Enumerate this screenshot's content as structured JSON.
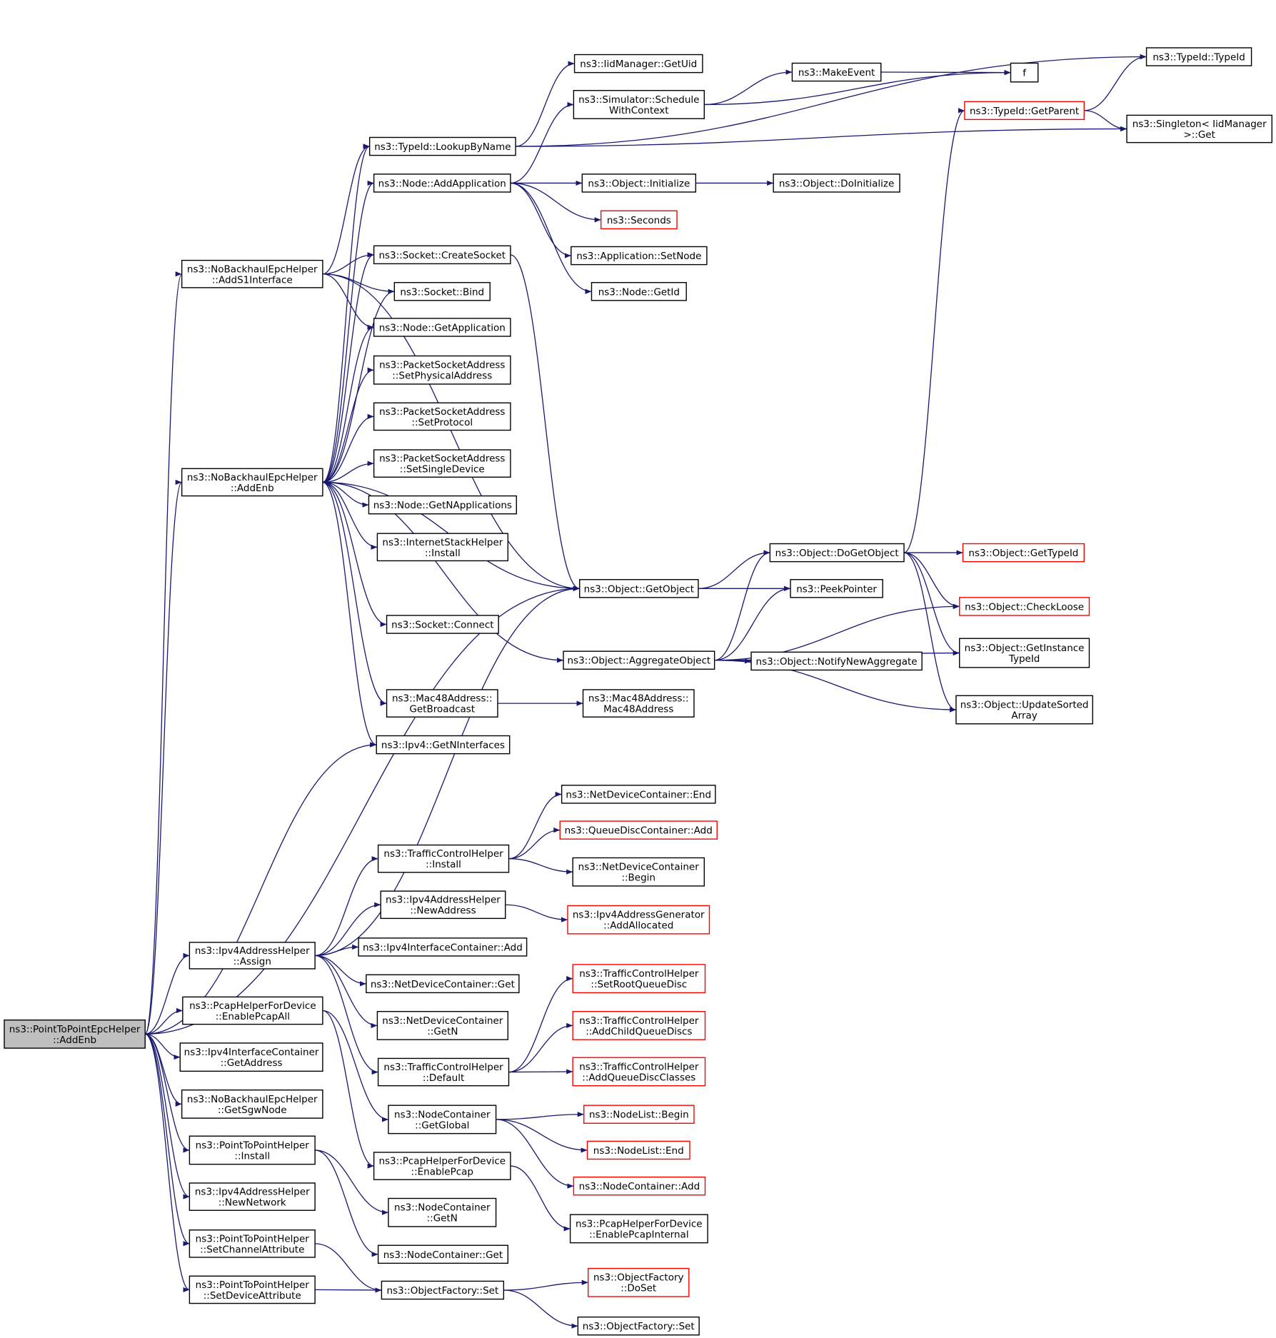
{
  "graph": {
    "edge_color": "#191970",
    "node_fill": "#ffffff",
    "root_fill": "#bfbfbf",
    "border_default": "#000000",
    "border_truncated": "#ff0000",
    "nodes": [
      {
        "id": "root",
        "lines": [
          "ns3::PointToPointEpcHelper",
          "::AddEnb"
        ],
        "root": true
      },
      {
        "id": "nb_adds1",
        "lines": [
          "ns3::NoBackhaulEpcHelper",
          "::AddS1Interface"
        ]
      },
      {
        "id": "nb_addenb",
        "lines": [
          "ns3::NoBackhaulEpcHelper",
          "::AddEnb"
        ]
      },
      {
        "id": "ipv4_get_nif",
        "lines": [
          "ns3::Ipv4::GetNInterfaces"
        ]
      },
      {
        "id": "obj_getobject",
        "lines": [
          "ns3::Object::GetObject"
        ]
      },
      {
        "id": "ipv4ah_assign",
        "lines": [
          "ns3::Ipv4AddressHelper",
          "::Assign"
        ]
      },
      {
        "id": "pcap_enableall",
        "lines": [
          "ns3::PcapHelperForDevice",
          "::EnablePcapAll"
        ]
      },
      {
        "id": "ipv4ic_getaddr",
        "lines": [
          "ns3::Ipv4InterfaceContainer",
          "::GetAddress"
        ]
      },
      {
        "id": "nb_getsgw",
        "lines": [
          "ns3::NoBackhaulEpcHelper",
          "::GetSgwNode"
        ]
      },
      {
        "id": "p2p_install",
        "lines": [
          "ns3::PointToPointHelper",
          "::Install"
        ]
      },
      {
        "id": "ipv4ah_newnet",
        "lines": [
          "ns3::Ipv4AddressHelper",
          "::NewNetwork"
        ]
      },
      {
        "id": "p2p_setchan",
        "lines": [
          "ns3::PointToPointHelper",
          "::SetChannelAttribute"
        ]
      },
      {
        "id": "p2p_setdev",
        "lines": [
          "ns3::PointToPointHelper",
          "::SetDeviceAttribute"
        ]
      },
      {
        "id": "typeid_lookup",
        "lines": [
          "ns3::TypeId::LookupByName"
        ]
      },
      {
        "id": "node_addapp",
        "lines": [
          "ns3::Node::AddApplication"
        ]
      },
      {
        "id": "sock_create",
        "lines": [
          "ns3::Socket::CreateSocket"
        ]
      },
      {
        "id": "sock_bind",
        "lines": [
          "ns3::Socket::Bind"
        ]
      },
      {
        "id": "node_getapp",
        "lines": [
          "ns3::Node::GetApplication"
        ]
      },
      {
        "id": "psa_setphys",
        "lines": [
          "ns3::PacketSocketAddress",
          "::SetPhysicalAddress"
        ]
      },
      {
        "id": "psa_setproto",
        "lines": [
          "ns3::PacketSocketAddress",
          "::SetProtocol"
        ]
      },
      {
        "id": "psa_setsingle",
        "lines": [
          "ns3::PacketSocketAddress",
          "::SetSingleDevice"
        ]
      },
      {
        "id": "node_getnapps",
        "lines": [
          "ns3::Node::GetNApplications"
        ]
      },
      {
        "id": "ish_install",
        "lines": [
          "ns3::InternetStackHelper",
          "::Install"
        ]
      },
      {
        "id": "sock_connect",
        "lines": [
          "ns3::Socket::Connect"
        ]
      },
      {
        "id": "obj_aggregate",
        "lines": [
          "ns3::Object::AggregateObject"
        ]
      },
      {
        "id": "mac48_getbc",
        "lines": [
          "ns3::Mac48Address::",
          "GetBroadcast"
        ]
      },
      {
        "id": "iidm_getuid",
        "lines": [
          "ns3::IidManager::GetUid"
        ]
      },
      {
        "id": "sim_schedctx",
        "lines": [
          "ns3::Simulator::Schedule",
          "WithContext"
        ]
      },
      {
        "id": "obj_initialize",
        "lines": [
          "ns3::Object::Initialize"
        ]
      },
      {
        "id": "seconds",
        "lines": [
          "ns3::Seconds"
        ],
        "red": true
      },
      {
        "id": "app_setnode",
        "lines": [
          "ns3::Application::SetNode"
        ]
      },
      {
        "id": "node_getid",
        "lines": [
          "ns3::Node::GetId"
        ]
      },
      {
        "id": "make_event",
        "lines": [
          "ns3::MakeEvent"
        ]
      },
      {
        "id": "f",
        "lines": [
          "f"
        ]
      },
      {
        "id": "obj_doinit",
        "lines": [
          "ns3::Object::DoInitialize"
        ]
      },
      {
        "id": "typeid_typeid",
        "lines": [
          "ns3::TypeId::TypeId"
        ]
      },
      {
        "id": "typeid_getparent",
        "lines": [
          "ns3::TypeId::GetParent"
        ],
        "red": true
      },
      {
        "id": "singleton_get",
        "lines": [
          "ns3::Singleton< IidManager",
          " >::Get"
        ]
      },
      {
        "id": "obj_dogetobject",
        "lines": [
          "ns3::Object::DoGetObject"
        ]
      },
      {
        "id": "peek_pointer",
        "lines": [
          "ns3::PeekPointer"
        ]
      },
      {
        "id": "obj_notify",
        "lines": [
          "ns3::Object::NotifyNewAggregate"
        ]
      },
      {
        "id": "mac48_ctor",
        "lines": [
          "ns3::Mac48Address::",
          "Mac48Address"
        ]
      },
      {
        "id": "obj_gettypeid",
        "lines": [
          "ns3::Object::GetTypeId"
        ],
        "red": true
      },
      {
        "id": "obj_checkloose",
        "lines": [
          "ns3::Object::CheckLoose"
        ],
        "red": true
      },
      {
        "id": "obj_getinst",
        "lines": [
          "ns3::Object::GetInstance",
          "TypeId"
        ]
      },
      {
        "id": "obj_updsorted",
        "lines": [
          "ns3::Object::UpdateSorted",
          "Array"
        ]
      },
      {
        "id": "tch_install",
        "lines": [
          "ns3::TrafficControlHelper",
          "::Install"
        ]
      },
      {
        "id": "ipv4ah_newaddr",
        "lines": [
          "ns3::Ipv4AddressHelper",
          "::NewAddress"
        ]
      },
      {
        "id": "ipv4ic_add",
        "lines": [
          "ns3::Ipv4InterfaceContainer::Add"
        ]
      },
      {
        "id": "ndc_get",
        "lines": [
          "ns3::NetDeviceContainer::Get"
        ]
      },
      {
        "id": "ndc_getn",
        "lines": [
          "ns3::NetDeviceContainer",
          "::GetN"
        ]
      },
      {
        "id": "tch_default",
        "lines": [
          "ns3::TrafficControlHelper",
          "::Default"
        ]
      },
      {
        "id": "ndc_end",
        "lines": [
          "ns3::NetDeviceContainer::End"
        ]
      },
      {
        "id": "qdc_add",
        "lines": [
          "ns3::QueueDiscContainer::Add"
        ],
        "red": true
      },
      {
        "id": "ndc_begin",
        "lines": [
          "ns3::NetDeviceContainer",
          "::Begin"
        ]
      },
      {
        "id": "ipv4ag_addalloc",
        "lines": [
          "ns3::Ipv4AddressGenerator",
          "::AddAllocated"
        ],
        "red": true
      },
      {
        "id": "tch_setroot",
        "lines": [
          "ns3::TrafficControlHelper",
          "::SetRootQueueDisc"
        ],
        "red": true
      },
      {
        "id": "tch_addchild",
        "lines": [
          "ns3::TrafficControlHelper",
          "::AddChildQueueDiscs"
        ],
        "red": true
      },
      {
        "id": "tch_addclasses",
        "lines": [
          "ns3::TrafficControlHelper",
          "::AddQueueDiscClasses"
        ],
        "red": true
      },
      {
        "id": "nc_getglobal",
        "lines": [
          "ns3::NodeContainer",
          "::GetGlobal"
        ]
      },
      {
        "id": "pcap_enable",
        "lines": [
          "ns3::PcapHelperForDevice",
          "::EnablePcap"
        ]
      },
      {
        "id": "nc_getn",
        "lines": [
          "ns3::NodeContainer",
          "::GetN"
        ]
      },
      {
        "id": "nc_get",
        "lines": [
          "ns3::NodeContainer::Get"
        ]
      },
      {
        "id": "of_set",
        "lines": [
          "ns3::ObjectFactory::Set"
        ]
      },
      {
        "id": "nl_begin",
        "lines": [
          "ns3::NodeList::Begin"
        ],
        "red": true
      },
      {
        "id": "nl_end",
        "lines": [
          "ns3::NodeList::End"
        ],
        "red": true
      },
      {
        "id": "nc_add",
        "lines": [
          "ns3::NodeContainer::Add"
        ],
        "red": true
      },
      {
        "id": "pcap_internal",
        "lines": [
          "ns3::PcapHelperForDevice",
          "::EnablePcapInternal"
        ]
      },
      {
        "id": "of_doset",
        "lines": [
          "ns3::ObjectFactory",
          "::DoSet"
        ],
        "red": true
      },
      {
        "id": "of_set2",
        "lines": [
          "ns3::ObjectFactory::Set"
        ]
      }
    ],
    "edges": [
      [
        "root",
        "nb_adds1"
      ],
      [
        "root",
        "nb_addenb"
      ],
      [
        "root",
        "ipv4_get_nif"
      ],
      [
        "root",
        "obj_getobject"
      ],
      [
        "root",
        "ipv4ah_assign"
      ],
      [
        "root",
        "pcap_enableall"
      ],
      [
        "root",
        "ipv4ic_getaddr"
      ],
      [
        "root",
        "nb_getsgw"
      ],
      [
        "root",
        "p2p_install"
      ],
      [
        "root",
        "ipv4ah_newnet"
      ],
      [
        "root",
        "p2p_setchan"
      ],
      [
        "root",
        "p2p_setdev"
      ],
      [
        "nb_adds1",
        "typeid_lookup"
      ],
      [
        "nb_adds1",
        "sock_create"
      ],
      [
        "nb_adds1",
        "sock_bind"
      ],
      [
        "nb_adds1",
        "node_getapp"
      ],
      [
        "nb_adds1",
        "obj_getobject"
      ],
      [
        "nb_addenb",
        "typeid_lookup"
      ],
      [
        "nb_addenb",
        "node_addapp"
      ],
      [
        "nb_addenb",
        "sock_create"
      ],
      [
        "nb_addenb",
        "sock_bind"
      ],
      [
        "nb_addenb",
        "node_getapp"
      ],
      [
        "nb_addenb",
        "psa_setphys"
      ],
      [
        "nb_addenb",
        "psa_setproto"
      ],
      [
        "nb_addenb",
        "psa_setsingle"
      ],
      [
        "nb_addenb",
        "node_getnapps"
      ],
      [
        "nb_addenb",
        "ish_install"
      ],
      [
        "nb_addenb",
        "obj_getobject"
      ],
      [
        "nb_addenb",
        "sock_connect"
      ],
      [
        "nb_addenb",
        "obj_aggregate"
      ],
      [
        "nb_addenb",
        "mac48_getbc"
      ],
      [
        "nb_addenb",
        "ipv4_get_nif"
      ],
      [
        "typeid_lookup",
        "iidm_getuid"
      ],
      [
        "typeid_lookup",
        "typeid_typeid"
      ],
      [
        "typeid_lookup",
        "singleton_get"
      ],
      [
        "node_addapp",
        "sim_schedctx"
      ],
      [
        "node_addapp",
        "obj_initialize"
      ],
      [
        "node_addapp",
        "seconds"
      ],
      [
        "node_addapp",
        "app_setnode"
      ],
      [
        "node_addapp",
        "node_getid"
      ],
      [
        "sim_schedctx",
        "make_event"
      ],
      [
        "sim_schedctx",
        "f"
      ],
      [
        "make_event",
        "f"
      ],
      [
        "obj_initialize",
        "obj_doinit"
      ],
      [
        "typeid_getparent",
        "typeid_typeid"
      ],
      [
        "typeid_getparent",
        "singleton_get"
      ],
      [
        "sock_create",
        "obj_getobject"
      ],
      [
        "obj_getobject",
        "obj_dogetobject"
      ],
      [
        "obj_getobject",
        "peek_pointer"
      ],
      [
        "obj_dogetobject",
        "typeid_getparent"
      ],
      [
        "obj_dogetobject",
        "obj_gettypeid"
      ],
      [
        "obj_dogetobject",
        "obj_checkloose"
      ],
      [
        "obj_dogetobject",
        "obj_getinst"
      ],
      [
        "obj_dogetobject",
        "obj_updsorted"
      ],
      [
        "obj_aggregate",
        "obj_dogetobject"
      ],
      [
        "obj_aggregate",
        "peek_pointer"
      ],
      [
        "obj_aggregate",
        "obj_notify"
      ],
      [
        "obj_aggregate",
        "obj_checkloose"
      ],
      [
        "obj_aggregate",
        "obj_getinst"
      ],
      [
        "obj_aggregate",
        "obj_updsorted"
      ],
      [
        "mac48_getbc",
        "mac48_ctor"
      ],
      [
        "ipv4ah_assign",
        "obj_getobject"
      ],
      [
        "ipv4ah_assign",
        "tch_install"
      ],
      [
        "ipv4ah_assign",
        "ipv4ah_newaddr"
      ],
      [
        "ipv4ah_assign",
        "ipv4ic_add"
      ],
      [
        "ipv4ah_assign",
        "ndc_get"
      ],
      [
        "ipv4ah_assign",
        "ndc_getn"
      ],
      [
        "ipv4ah_assign",
        "tch_default"
      ],
      [
        "tch_install",
        "ndc_end"
      ],
      [
        "tch_install",
        "qdc_add"
      ],
      [
        "tch_install",
        "ndc_begin"
      ],
      [
        "ipv4ah_newaddr",
        "ipv4ag_addalloc"
      ],
      [
        "tch_default",
        "tch_setroot"
      ],
      [
        "tch_default",
        "tch_addchild"
      ],
      [
        "tch_default",
        "tch_addclasses"
      ],
      [
        "pcap_enableall",
        "nc_getglobal"
      ],
      [
        "pcap_enableall",
        "pcap_enable"
      ],
      [
        "nc_getglobal",
        "nl_begin"
      ],
      [
        "nc_getglobal",
        "nl_end"
      ],
      [
        "nc_getglobal",
        "nc_add"
      ],
      [
        "pcap_enable",
        "pcap_internal"
      ],
      [
        "p2p_install",
        "nc_getn"
      ],
      [
        "p2p_install",
        "nc_get"
      ],
      [
        "p2p_setchan",
        "of_set"
      ],
      [
        "p2p_setdev",
        "of_set"
      ],
      [
        "of_set",
        "of_doset"
      ],
      [
        "of_set",
        "of_set2"
      ]
    ]
  }
}
